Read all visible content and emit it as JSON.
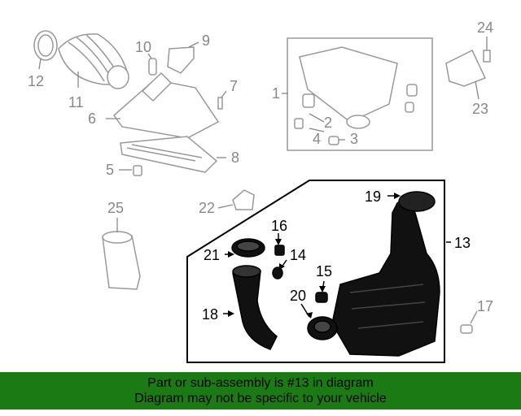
{
  "callouts": {
    "c1": "1",
    "c2": "2",
    "c3": "3",
    "c4": "4",
    "c5": "5",
    "c6": "6",
    "c7": "7",
    "c8": "8",
    "c9": "9",
    "c10": "10",
    "c11": "11",
    "c12": "12",
    "c13": "13",
    "c14": "14",
    "c15": "15",
    "c16": "16",
    "c17": "17",
    "c18": "18",
    "c19": "19",
    "c20": "20",
    "c21": "21",
    "c22": "22",
    "c23": "23",
    "c24": "24",
    "c25": "25"
  },
  "banner": {
    "line1": "Part or sub-assembly is #13 in diagram",
    "line2": "Diagram may not be specific to your vehicle"
  },
  "colors": {
    "banner_bg": "#1c7a14",
    "highlight": "#000000",
    "dimmed": "#888888"
  }
}
